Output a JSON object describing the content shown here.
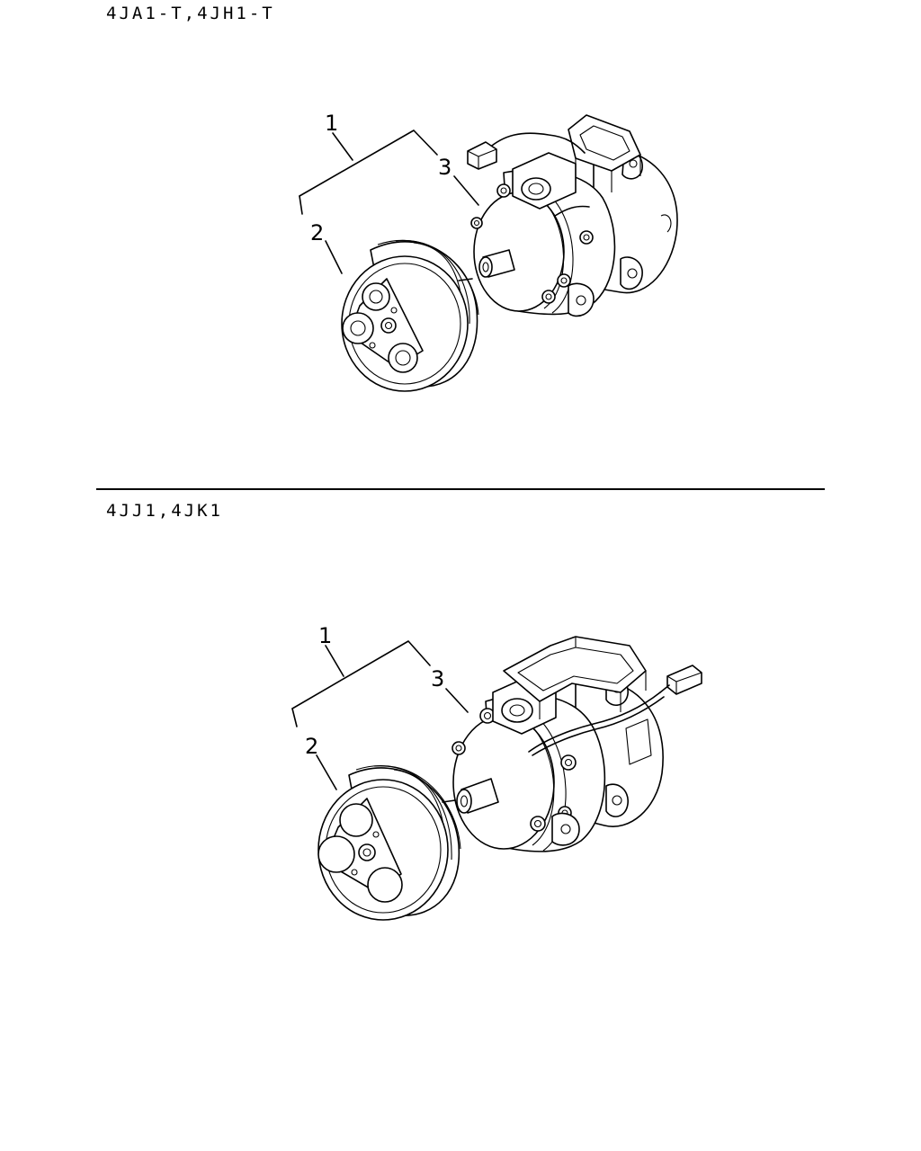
{
  "sections": [
    {
      "title": "4JA1-T,4JH1-T",
      "callouts": [
        "1",
        "2",
        "3"
      ]
    },
    {
      "title": "4JJ1,4JK1",
      "callouts": [
        "1",
        "2",
        "3"
      ]
    }
  ]
}
